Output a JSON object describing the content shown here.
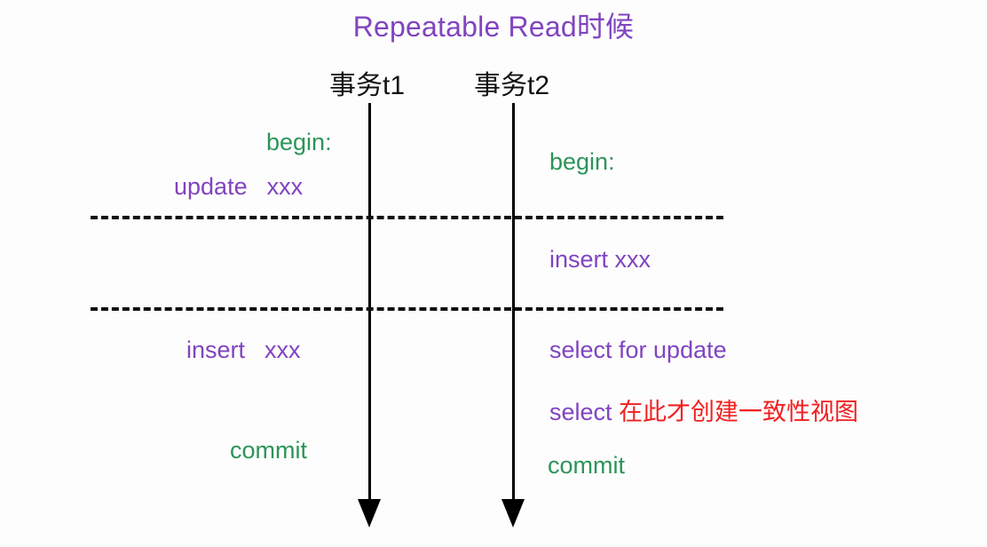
{
  "diagram": {
    "title": "Repeatable Read时候",
    "title_color": "#8044c0",
    "background": "#fdfdfd",
    "colors": {
      "purple": "#8044c0",
      "green": "#2c9459",
      "red": "#f22020",
      "black": "#111111"
    },
    "timelines": [
      {
        "id": "t1",
        "label": "事务t1",
        "direction": "downward-arrow"
      },
      {
        "id": "t2",
        "label": "事务t2",
        "direction": "downward-arrow"
      }
    ],
    "separators": [
      {
        "id": "sep1",
        "style": "dashed"
      },
      {
        "id": "sep2",
        "style": "dashed"
      }
    ],
    "transaction_t1": {
      "label": "事务t1",
      "steps": [
        {
          "text": "begin:",
          "color": "green"
        },
        {
          "text": "update",
          "text2": "xxx",
          "color": "purple"
        },
        {
          "text": "insert",
          "text2": "xxx",
          "color": "purple"
        },
        {
          "text": "commit",
          "color": "green"
        }
      ],
      "begin": "begin:",
      "update_kw": "update",
      "update_arg": "xxx",
      "insert_kw": "insert",
      "insert_arg": "xxx",
      "commit": "commit"
    },
    "transaction_t2": {
      "label": "事务t2",
      "steps": [
        {
          "text": "begin:",
          "color": "green"
        },
        {
          "text": "insert xxx",
          "color": "purple"
        },
        {
          "text": "select for update",
          "color": "purple"
        },
        {
          "text": "select",
          "annotation": "在此才创建一致性视图",
          "color": "purple",
          "annotation_color": "red"
        },
        {
          "text": "commit",
          "color": "green"
        }
      ],
      "begin": "begin:",
      "insert": "insert xxx",
      "select_for_update": "select for update",
      "select_kw": "select",
      "select_note": "在此才创建一致性视图",
      "commit": "commit"
    }
  }
}
